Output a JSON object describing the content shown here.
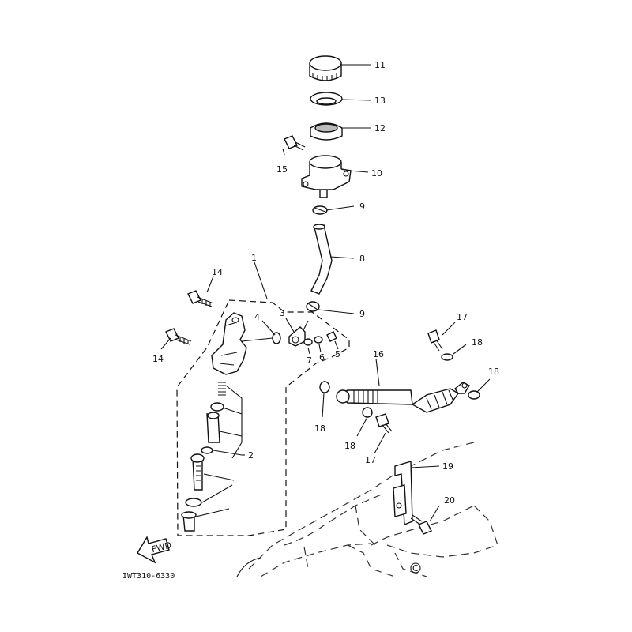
{
  "diagram": {
    "drawing_code": "IWT310-6330",
    "fwd_label": "FWD",
    "corner_mark": "C",
    "callouts": {
      "c1": "1",
      "c2": "2",
      "c3": "3",
      "c4": "4",
      "c5": "5",
      "c6": "6",
      "c7": "7",
      "c8": "8",
      "c9a": "9",
      "c9b": "9",
      "c10": "10",
      "c11": "11",
      "c12": "12",
      "c13": "13",
      "c14a": "14",
      "c14b": "14",
      "c15": "15",
      "c16": "16",
      "c17a": "17",
      "c17b": "17",
      "c18a": "18",
      "c18b": "18",
      "c18c": "18",
      "c18d": "18",
      "c19": "19",
      "c20": "20"
    }
  }
}
